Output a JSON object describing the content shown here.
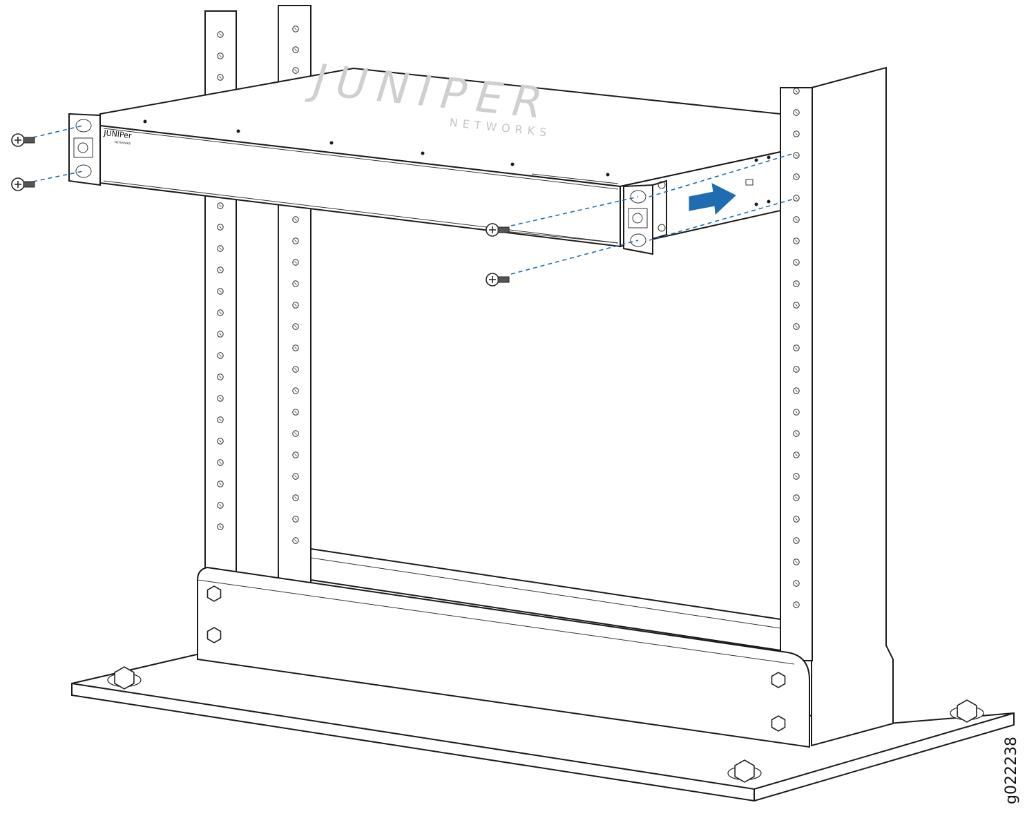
{
  "figure_id": "g022238",
  "logo": {
    "brand": "JUNIPER",
    "sub": "NETWORKS"
  },
  "front_logo": {
    "brand": "JUNIPer",
    "sub": "NETWORKS"
  },
  "colors": {
    "arrow": "#1f6db0",
    "guide_lines": "#1f6db0",
    "line_art": "#1a1a1a",
    "top_logo": "#c8c8c8"
  },
  "icons": [
    "screw-icon",
    "rack-hole-icon",
    "hex-bolt-icon",
    "direction-arrow-icon"
  ]
}
